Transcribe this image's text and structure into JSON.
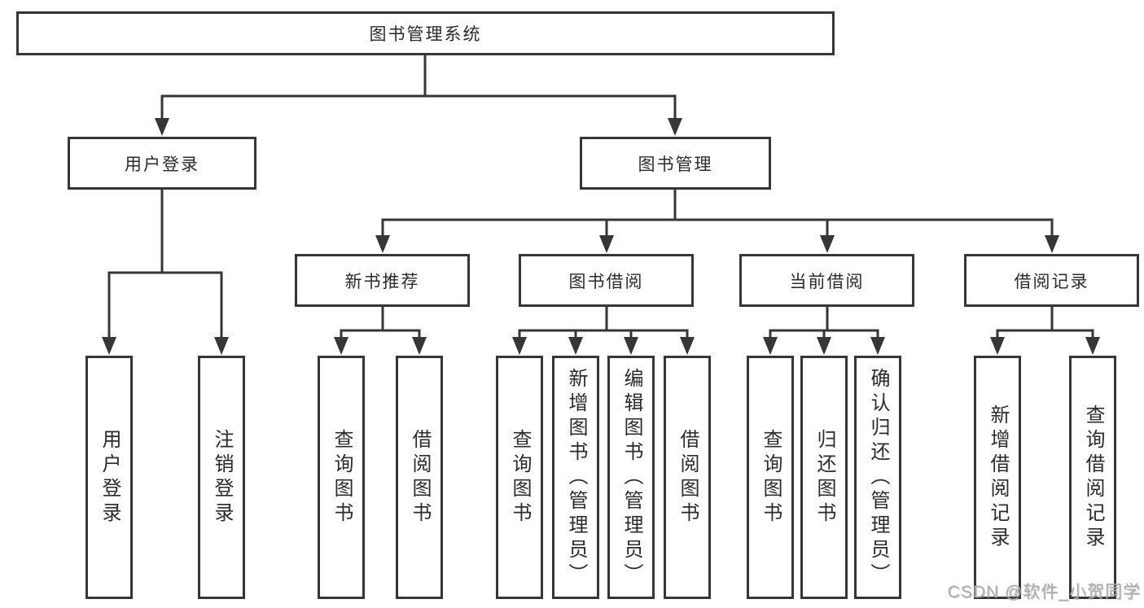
{
  "diagram": {
    "root": {
      "label": "图书管理系统"
    },
    "branches": [
      {
        "label": "用户登录",
        "children": [
          {
            "label": "用户登录"
          },
          {
            "label": "注销登录"
          }
        ]
      },
      {
        "label": "图书管理",
        "children": [
          {
            "label": "新书推荐",
            "children": [
              {
                "label": "查询图书"
              },
              {
                "label": "借阅图书"
              }
            ]
          },
          {
            "label": "图书借阅",
            "children": [
              {
                "label": "查询图书"
              },
              {
                "label": "新增图书（管理员）"
              },
              {
                "label": "编辑图书（管理员）"
              },
              {
                "label": "借阅图书"
              }
            ]
          },
          {
            "label": "当前借阅",
            "children": [
              {
                "label": "查询图书"
              },
              {
                "label": "归还图书"
              },
              {
                "label": "确认归还（管理员）"
              }
            ]
          },
          {
            "label": "借阅记录",
            "children": [
              {
                "label": "新增借阅记录"
              },
              {
                "label": "查询借阅记录"
              }
            ]
          }
        ]
      }
    ]
  },
  "watermark": {
    "text": "CSDN @软件_小贺同学",
    "color": "#b0b0b0"
  },
  "colors": {
    "line": "#363636",
    "box_border": "#363636",
    "text": "#2b2b2b",
    "background": "#ffffff"
  }
}
